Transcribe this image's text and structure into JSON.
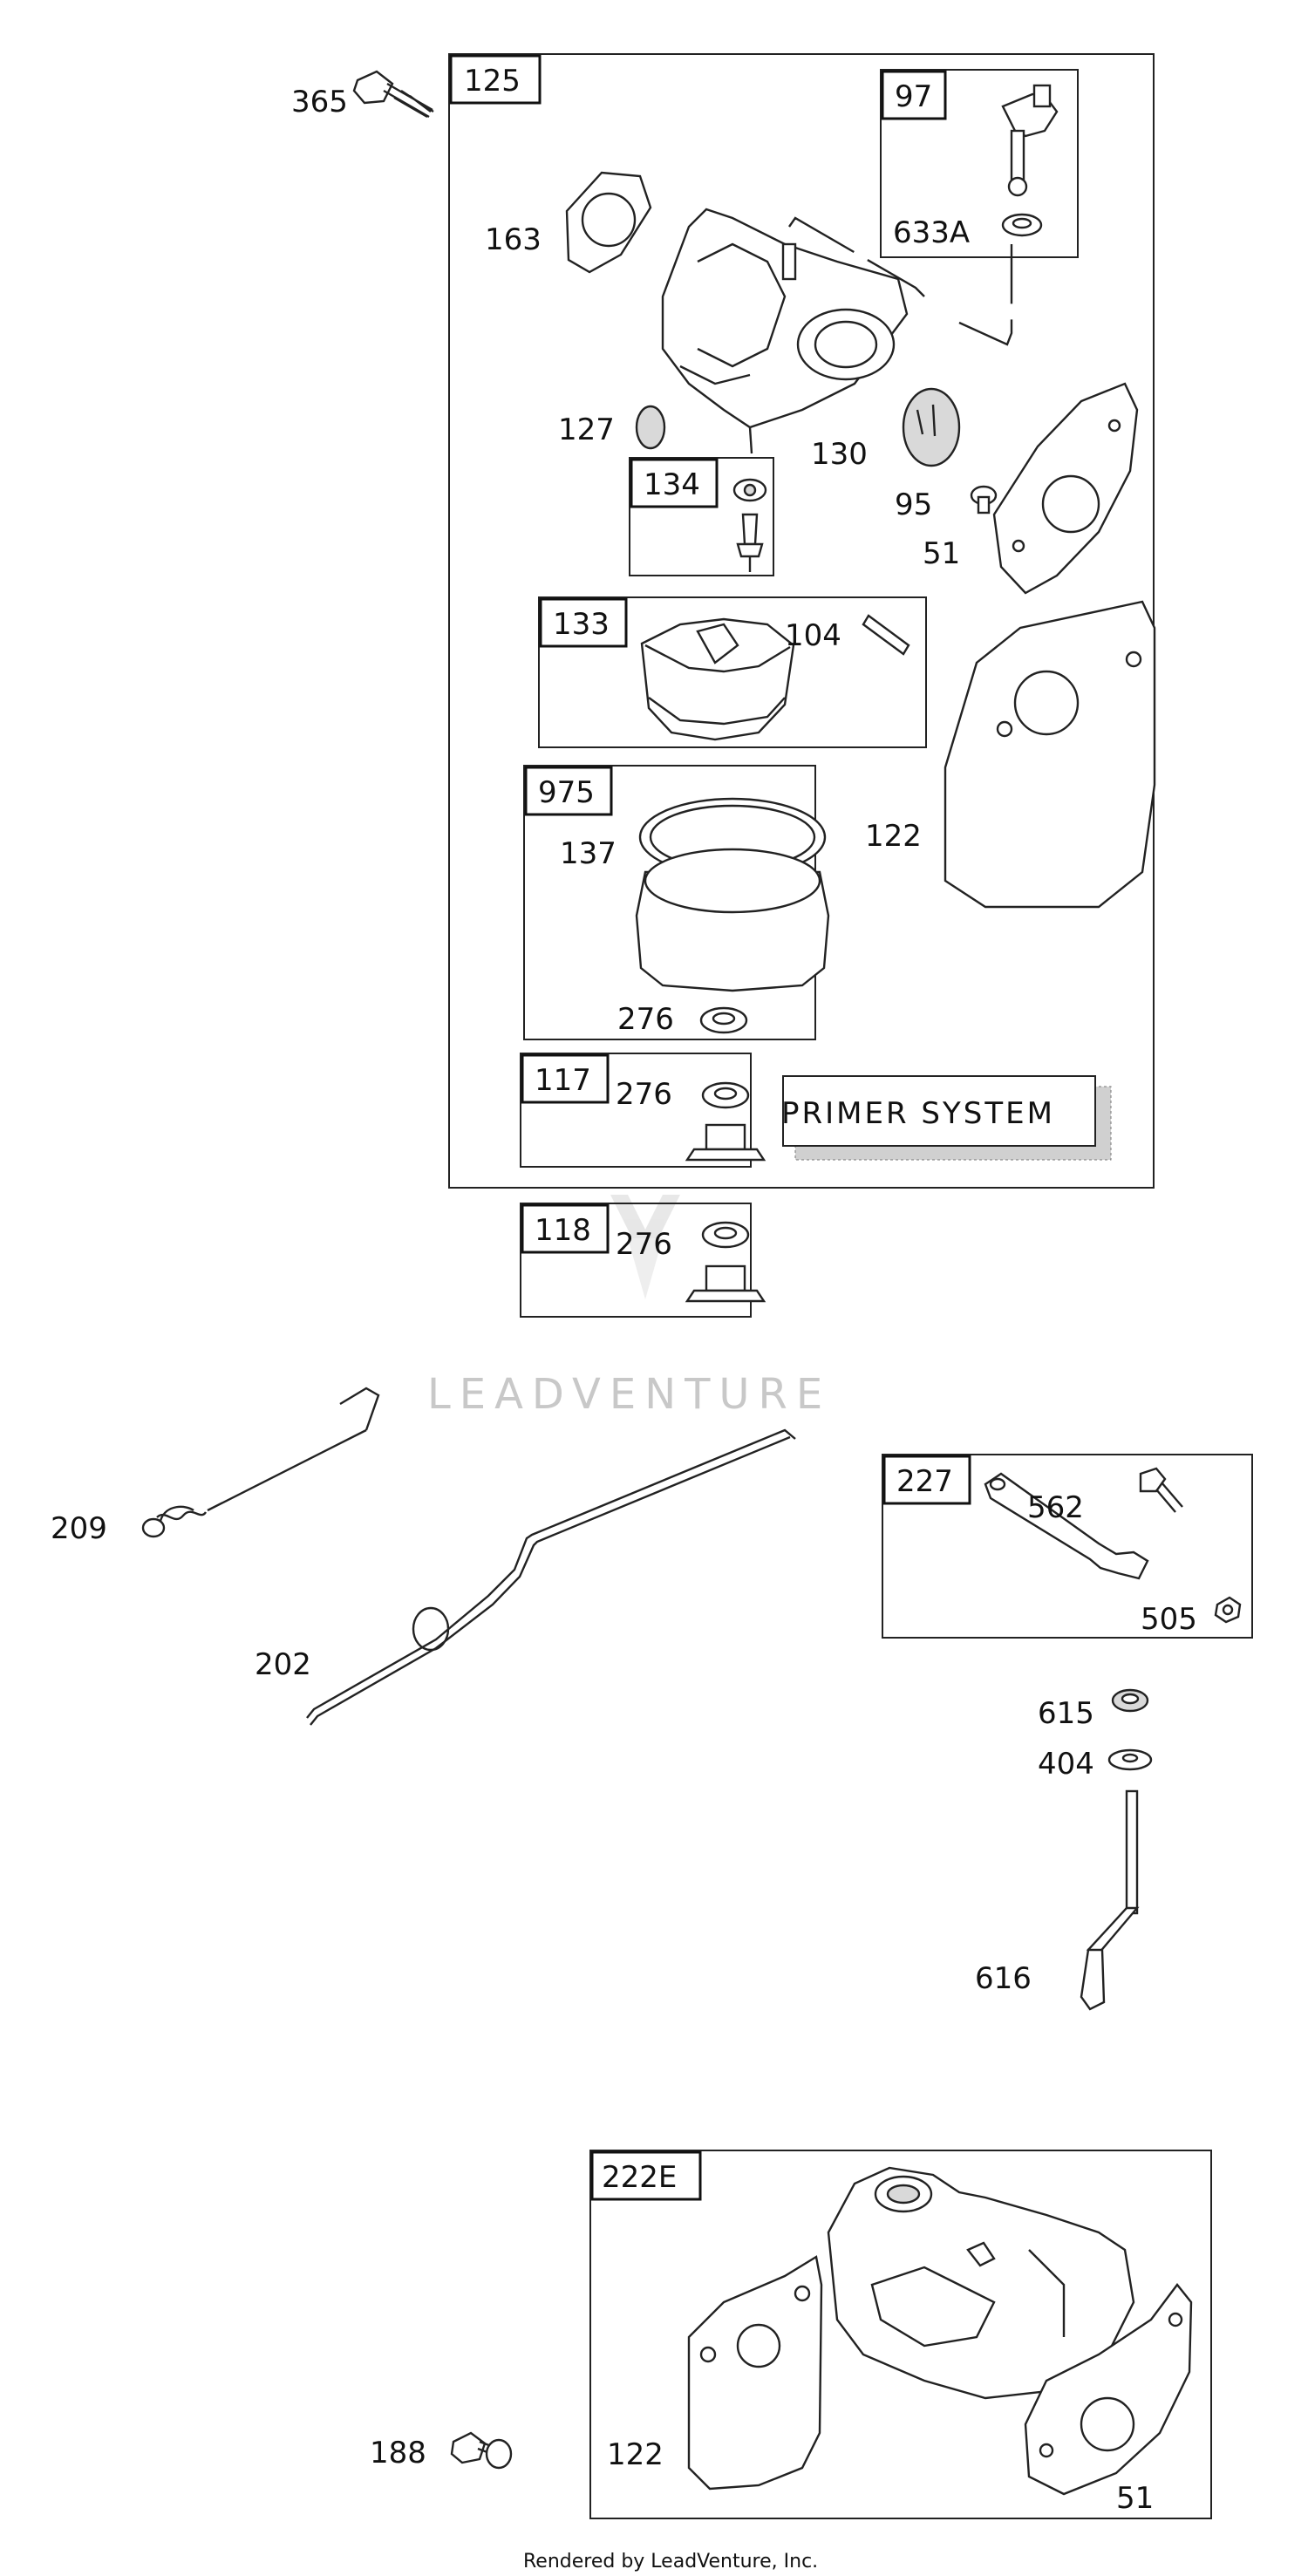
{
  "diagram": {
    "watermark": "LEADVENTURE",
    "footer": "Rendered by LeadVenture, Inc.",
    "primer_label": "PRIMER SYSTEM",
    "assembly_tags": [
      "125",
      "97",
      "134",
      "133",
      "975",
      "117",
      "118",
      "227",
      "222E"
    ],
    "callouts": [
      "365",
      "163",
      "633A",
      "127",
      "130",
      "95",
      "51",
      "104",
      "122",
      "137",
      "276",
      "209",
      "202",
      "562",
      "505",
      "615",
      "404",
      "616",
      "188"
    ]
  }
}
